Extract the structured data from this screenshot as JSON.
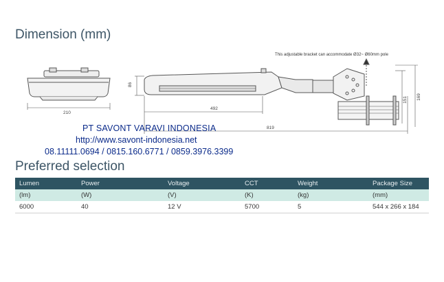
{
  "dimension": {
    "title": "Dimension (mm)",
    "note": "This adjustable bracket can accommodate  Ø32~ Ø60mm pole",
    "labels": {
      "width_front": "210",
      "height_side": "86",
      "length_body": "492",
      "length_total": "819",
      "height_bracket": "151",
      "height_total": "169"
    }
  },
  "company": {
    "name": "PT SAVONT VARAVI INDONESIA",
    "url": "http://www.savont-indonesia.net",
    "phones": "08.11111.0694  / 0815.160.6771  / 0859.3976.3399"
  },
  "preferred": {
    "title": "Preferred selection",
    "headers": [
      "Lumen",
      "Power",
      "Voltage",
      "CCT",
      "Weight",
      "Package Size"
    ],
    "units": [
      "(lm)",
      "(W)",
      "(V)",
      "(K)",
      "(kg)",
      "(mm)"
    ],
    "rows": [
      [
        "6000",
        "40",
        "12 V",
        "5700",
        "5",
        "544 x 266 x 184"
      ]
    ]
  }
}
